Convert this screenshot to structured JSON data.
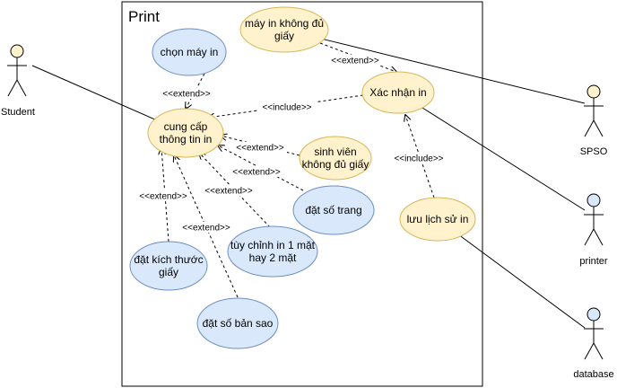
{
  "system": {
    "title": "Print"
  },
  "colors": {
    "yellow_fill": "#fff2cc",
    "yellow_stroke": "#d6b656",
    "blue_fill": "#dae8fc",
    "blue_stroke": "#6c8ebf",
    "line": "#000000"
  },
  "actors": [
    {
      "id": "student",
      "label": "Student",
      "color": "yellow"
    },
    {
      "id": "spso",
      "label": "SPSO",
      "color": "yellow"
    },
    {
      "id": "printer",
      "label": "printer",
      "color": "blue"
    },
    {
      "id": "database",
      "label": "database",
      "color": "blue"
    }
  ],
  "use_cases": [
    {
      "id": "chon_may_in",
      "lines": [
        "chọn máy in"
      ],
      "color": "blue"
    },
    {
      "id": "cung_cap",
      "lines": [
        "cung cấp",
        "thông tin in"
      ],
      "color": "yellow"
    },
    {
      "id": "may_in_khong_du_giay",
      "lines": [
        "máy in không đủ",
        "giấy"
      ],
      "color": "yellow"
    },
    {
      "id": "xac_nhan_in",
      "lines": [
        "Xác nhận in"
      ],
      "color": "yellow"
    },
    {
      "id": "sinh_vien_khong_du_giay",
      "lines": [
        "sinh viên",
        "không đủ giấy"
      ],
      "color": "yellow"
    },
    {
      "id": "dat_so_trang",
      "lines": [
        "đặt số trang"
      ],
      "color": "blue"
    },
    {
      "id": "tuy_chinh_in",
      "lines": [
        "tùy chỉnh in 1 mặt",
        "hay 2 mặt"
      ],
      "color": "blue"
    },
    {
      "id": "dat_kich_thuoc_giay",
      "lines": [
        "đặt kích thước",
        "giấy"
      ],
      "color": "blue"
    },
    {
      "id": "dat_so_ban_sao",
      "lines": [
        "đặt số bản sao"
      ],
      "color": "blue"
    },
    {
      "id": "luu_lich_su_in",
      "lines": [
        "lưu lịch sử in"
      ],
      "color": "yellow"
    }
  ],
  "associations": [
    {
      "actor": "student",
      "use_case": "cung_cap"
    },
    {
      "actor": "spso",
      "use_case": "may_in_khong_du_giay"
    },
    {
      "actor": "printer",
      "use_case": "xac_nhan_in"
    },
    {
      "actor": "database",
      "use_case": "luu_lich_su_in"
    }
  ],
  "relations": [
    {
      "from": "chon_may_in",
      "to": "cung_cap",
      "label": "<<extend>>"
    },
    {
      "from": "may_in_khong_du_giay",
      "to": "xac_nhan_in",
      "label": "<<extend>>"
    },
    {
      "from": "xac_nhan_in",
      "to": "cung_cap",
      "label": "<<include>>"
    },
    {
      "from": "sinh_vien_khong_du_giay",
      "to": "cung_cap",
      "label": "<<extend>>"
    },
    {
      "from": "dat_so_trang",
      "to": "cung_cap",
      "label": "<<extend>>"
    },
    {
      "from": "tuy_chinh_in",
      "to": "cung_cap",
      "label": "<<extend>>"
    },
    {
      "from": "dat_kich_thuoc_giay",
      "to": "cung_cap",
      "label": "<<extend>>"
    },
    {
      "from": "dat_so_ban_sao",
      "to": "cung_cap",
      "label": "<<extend>>"
    },
    {
      "from": "luu_lich_su_in",
      "to": "xac_nhan_in",
      "label": "<<include>>"
    }
  ]
}
